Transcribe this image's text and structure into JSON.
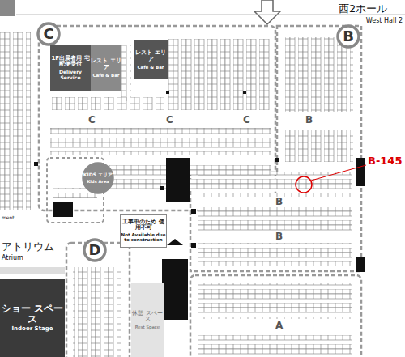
{
  "diagram": {
    "nodes": [
      {
        "text": [
          "C"
        ]
      },
      {
        "text": [
          "B"
        ]
      },
      {
        "text": [
          "1F出展者用 宅配便受付",
          "Delivery Service"
        ]
      },
      {
        "text": [
          "レスト エリア",
          "Cafe & Bar"
        ]
      },
      {
        "text": [
          "レスト エリア",
          "Cafe & Bar"
        ]
      },
      {
        "text": [
          "KIDS エリア",
          "Kids Area"
        ]
      },
      {
        "text": [
          "工事中のため 使用不可",
          "Not Available due to construction"
        ]
      },
      {
        "text": [
          "D"
        ]
      },
      {
        "text": [
          "ショー スペース",
          "Indoor Stage"
        ]
      },
      {
        "text": [
          "休憩 スペース",
          "Rest Space"
        ]
      }
    ],
    "labels": [
      "西2ホール",
      "West Hall 2",
      "C",
      "C",
      "C",
      "B",
      "B",
      "B",
      "A",
      "B-145",
      "アトリウム",
      "Atrium",
      "ment"
    ]
  }
}
